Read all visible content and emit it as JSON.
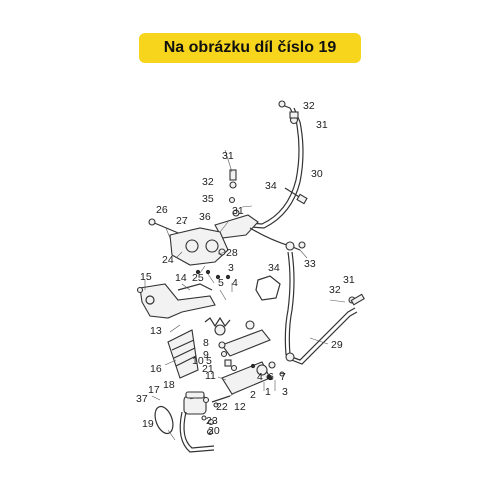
{
  "banner": {
    "text": "Na obrázku díl číslo 19",
    "bg": "#f7d51c"
  },
  "labels": [
    {
      "id": "l32a",
      "t": "32"
    },
    {
      "id": "l31a",
      "t": "31"
    },
    {
      "id": "l30",
      "t": "30"
    },
    {
      "id": "l31b",
      "t": "31"
    },
    {
      "id": "l32b",
      "t": "32"
    },
    {
      "id": "l34a",
      "t": "34"
    },
    {
      "id": "l35",
      "t": "35"
    },
    {
      "id": "l26",
      "t": "26"
    },
    {
      "id": "l27",
      "t": "27"
    },
    {
      "id": "l36",
      "t": "36"
    },
    {
      "id": "l31c",
      "t": "31"
    },
    {
      "id": "l28",
      "t": "28"
    },
    {
      "id": "l24",
      "t": "24"
    },
    {
      "id": "l3a",
      "t": "3"
    },
    {
      "id": "l33",
      "t": "33"
    },
    {
      "id": "l15",
      "t": "15"
    },
    {
      "id": "l14",
      "t": "14"
    },
    {
      "id": "l25",
      "t": "25"
    },
    {
      "id": "l5a",
      "t": "5"
    },
    {
      "id": "l4a",
      "t": "4"
    },
    {
      "id": "l34b",
      "t": "34"
    },
    {
      "id": "l31d",
      "t": "31"
    },
    {
      "id": "l32c",
      "t": "32"
    },
    {
      "id": "l13",
      "t": "13"
    },
    {
      "id": "l29",
      "t": "29"
    },
    {
      "id": "l8",
      "t": "8"
    },
    {
      "id": "l9",
      "t": "9"
    },
    {
      "id": "l16",
      "t": "16"
    },
    {
      "id": "l10",
      "t": "10"
    },
    {
      "id": "l5b",
      "t": "5"
    },
    {
      "id": "l21",
      "t": "21"
    },
    {
      "id": "l4b",
      "t": "4"
    },
    {
      "id": "l6",
      "t": "6"
    },
    {
      "id": "l7",
      "t": "7"
    },
    {
      "id": "l11",
      "t": "11"
    },
    {
      "id": "l1",
      "t": "1"
    },
    {
      "id": "l3b",
      "t": "3"
    },
    {
      "id": "l18",
      "t": "18"
    },
    {
      "id": "l17",
      "t": "17"
    },
    {
      "id": "l2",
      "t": "2"
    },
    {
      "id": "l37",
      "t": "37"
    },
    {
      "id": "l22",
      "t": "22"
    },
    {
      "id": "l12",
      "t": "12"
    },
    {
      "id": "l23",
      "t": "23"
    },
    {
      "id": "l19",
      "t": "19"
    },
    {
      "id": "l20",
      "t": "20"
    }
  ]
}
